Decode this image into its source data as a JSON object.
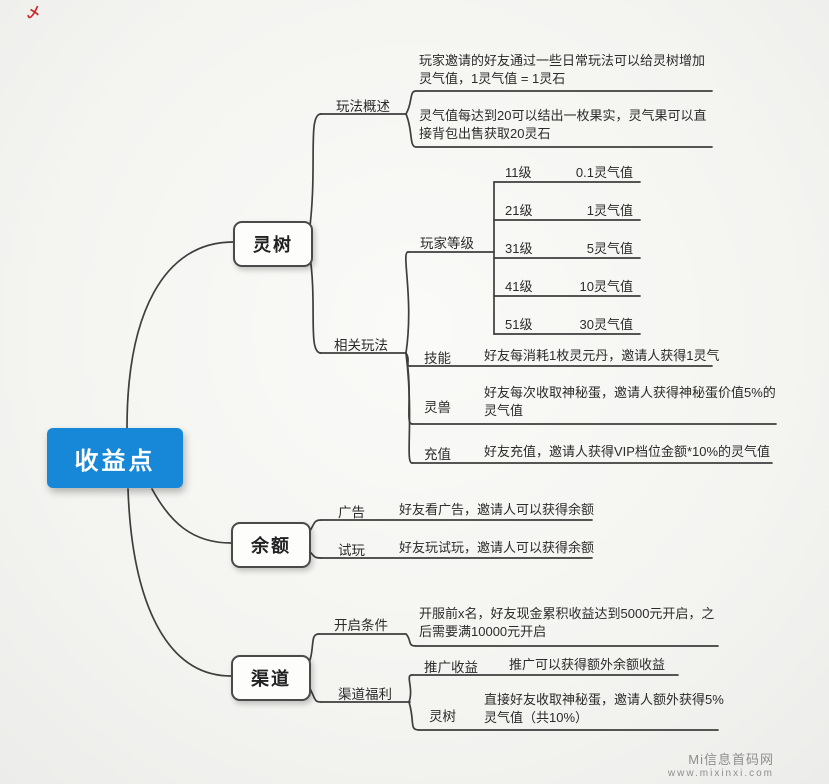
{
  "accent_color": "#1788d8",
  "line_color": "#3e3e3e",
  "corner_mark": "乄",
  "root": {
    "label": "收益点"
  },
  "branches": {
    "lingshu": {
      "label": "灵树"
    },
    "yue": {
      "label": "余额"
    },
    "qudao": {
      "label": "渠道"
    }
  },
  "nodes": {
    "wanfa_gaishu": {
      "label": "玩法概述"
    },
    "leaf1": {
      "text": "玩家邀请的好友通过一些日常玩法可以给灵树增加灵气值，1灵气值 = 1灵石"
    },
    "leaf2": {
      "text": "灵气值每达到20可以结出一枚果实，灵气果可以直接背包出售获取20灵石"
    },
    "xiangguan_wanfa": {
      "label": "相关玩法"
    },
    "wanjia_dengji": {
      "label": "玩家等级"
    },
    "levels": [
      {
        "level": "11级",
        "value": "0.1灵气值"
      },
      {
        "level": "21级",
        "value": "1灵气值"
      },
      {
        "level": "31级",
        "value": "5灵气值"
      },
      {
        "level": "41级",
        "value": "10灵气值"
      },
      {
        "level": "51级",
        "value": "30灵气值"
      }
    ],
    "jineng": {
      "label": "技能",
      "text": "好友每消耗1枚灵元丹，邀请人获得1灵气"
    },
    "lingshou": {
      "label": "灵兽",
      "text": "好友每次收取神秘蛋，邀请人获得神秘蛋价值5%的灵气值"
    },
    "chongzhi": {
      "label": "充值",
      "text": "好友充值，邀请人获得VIP档位金额*10%的灵气值"
    },
    "guanggao": {
      "label": "广告",
      "text": "好友看广告，邀请人可以获得余额"
    },
    "shiwan": {
      "label": "试玩",
      "text": "好友玩试玩，邀请人可以获得余额"
    },
    "kaiqi_tiaojian": {
      "label": "开启条件",
      "text": "开服前x名，好友现金累积收益达到5000元开启，之后需要满10000元开启"
    },
    "qudao_fuli": {
      "label": "渠道福利"
    },
    "tuiguang_shouyi": {
      "label": "推广收益",
      "text": "推广可以获得额外余额收益"
    },
    "lingshu_leaf": {
      "label": "灵树",
      "text": "直接好友收取神秘蛋，邀请人额外获得5%灵气值（共10%）"
    }
  },
  "watermark": {
    "line1": "Mi信息首码网",
    "line2": "www.mixinxi.com"
  }
}
